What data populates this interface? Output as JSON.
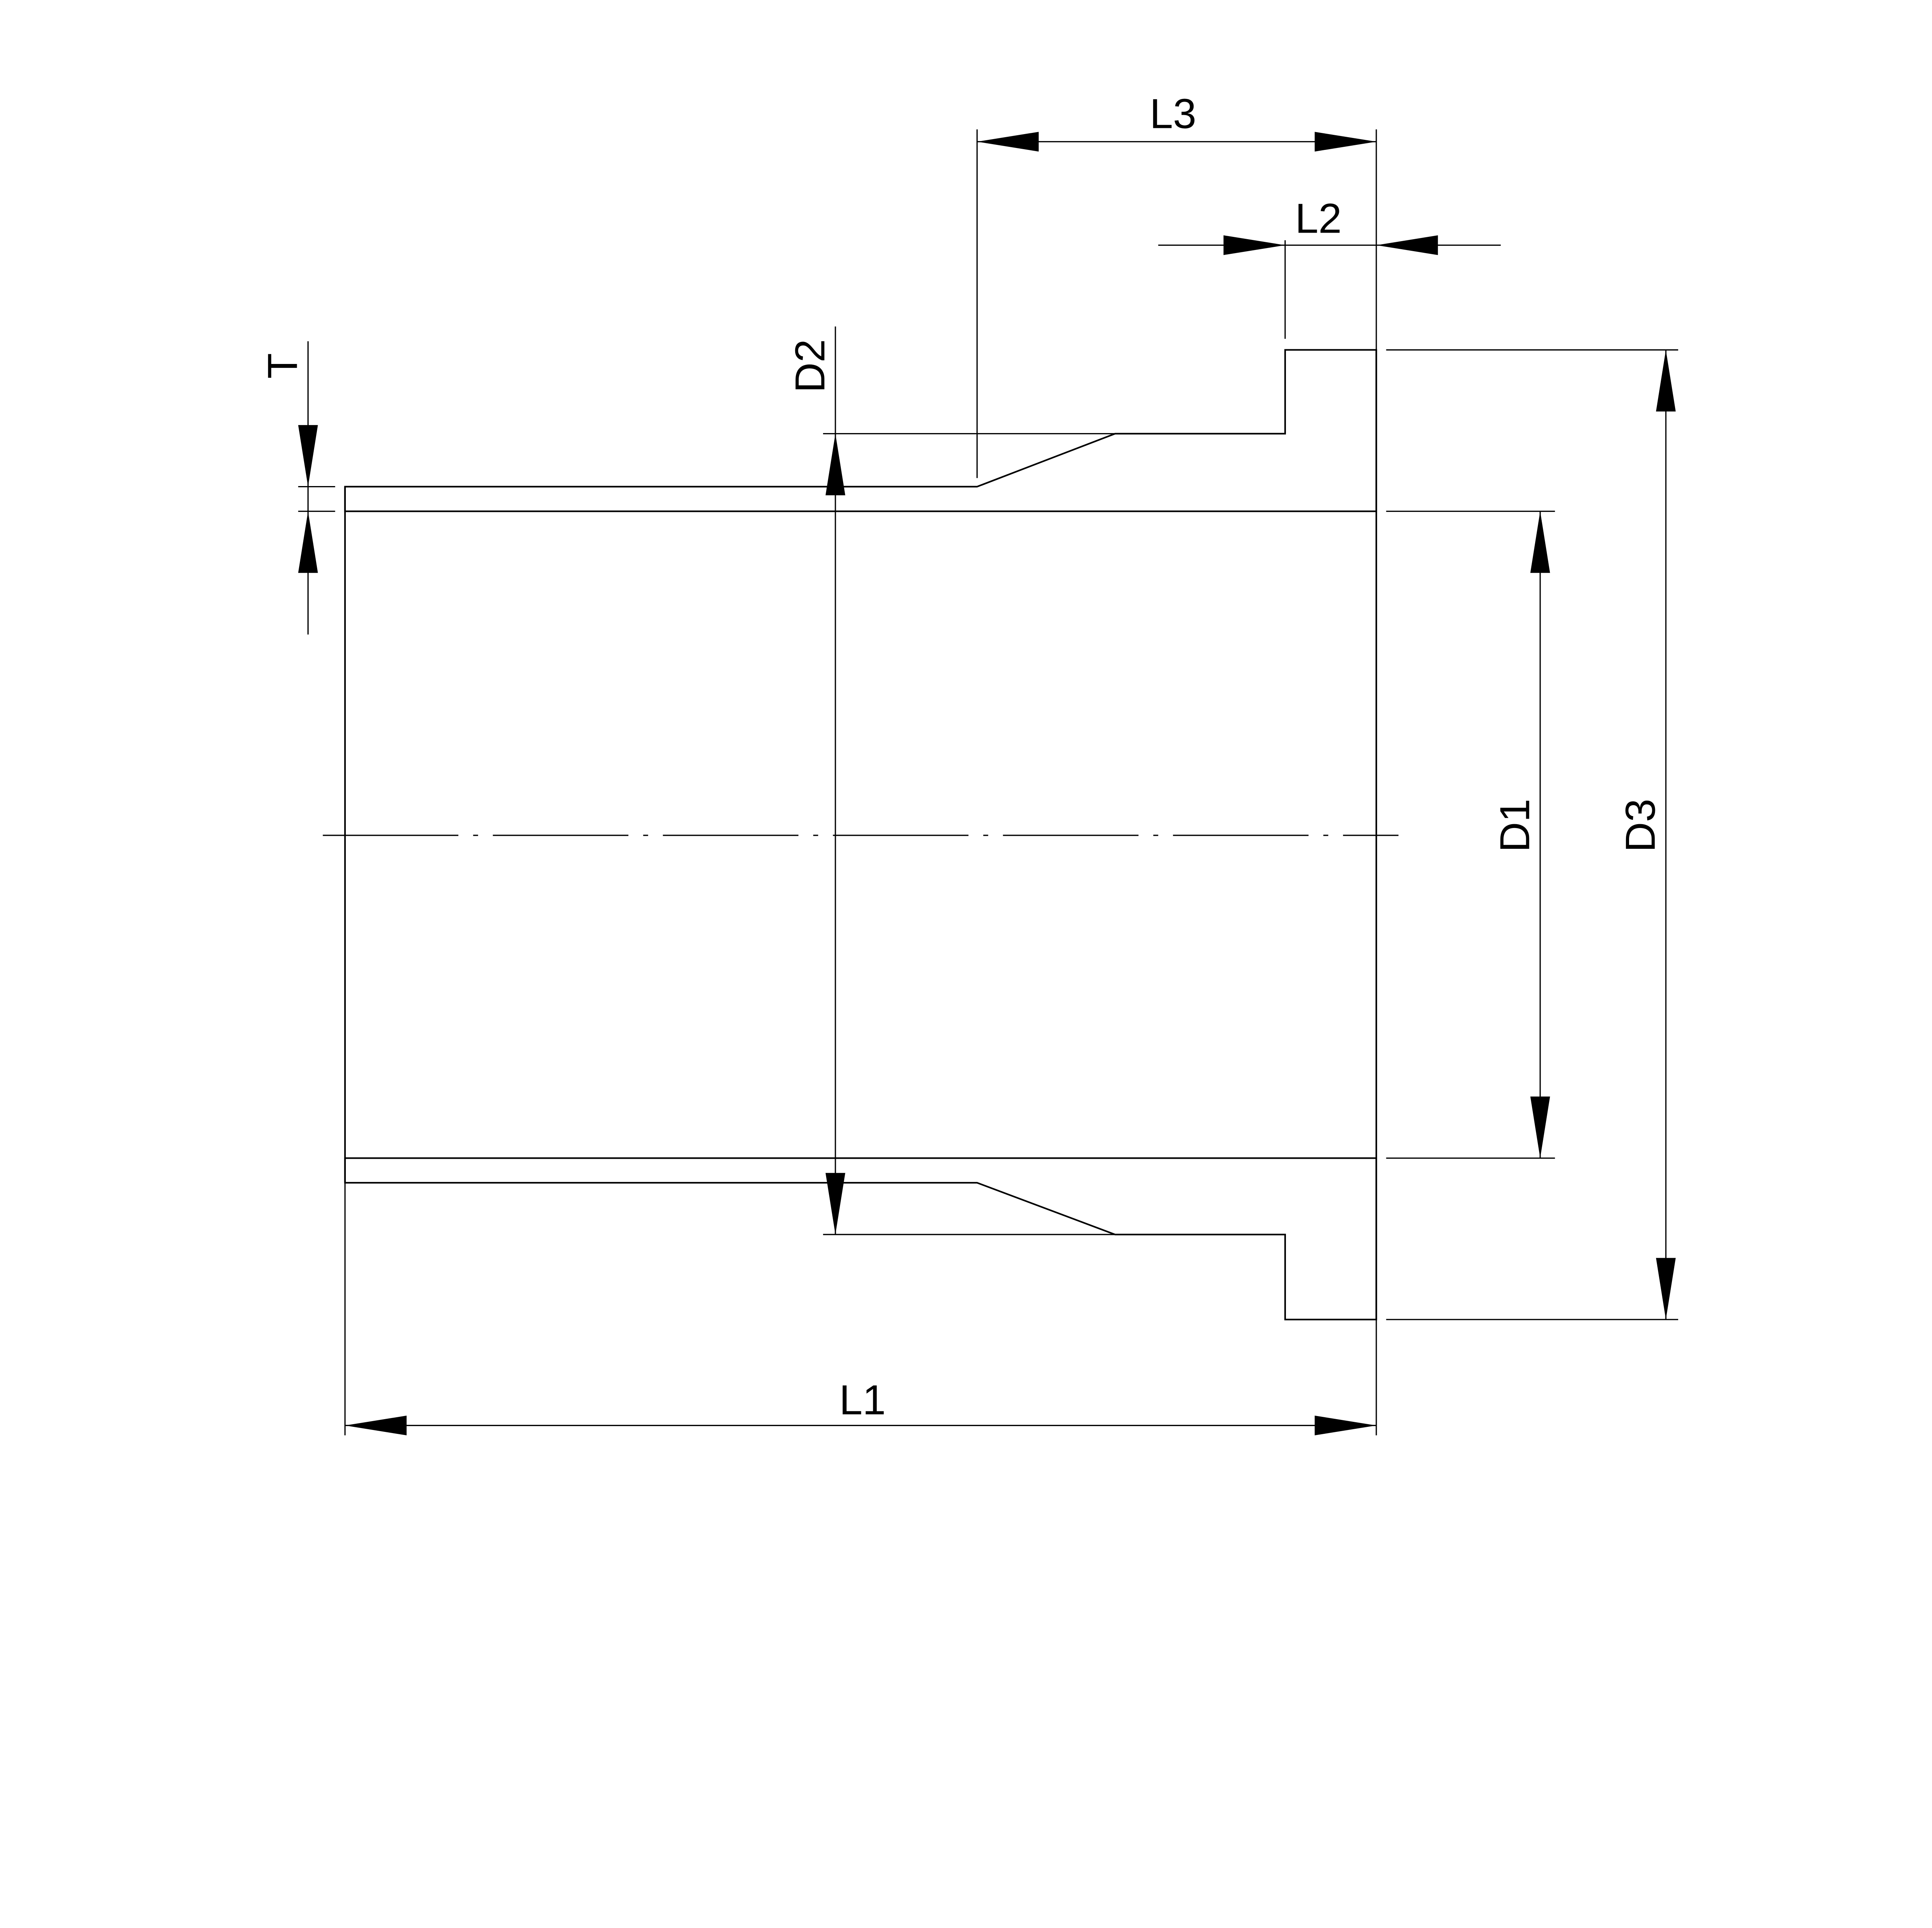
{
  "drawing": {
    "labels": {
      "L1": "L1",
      "L2": "L2",
      "L3": "L3",
      "T": "T",
      "D1": "D1",
      "D2": "D2",
      "D3": "D3"
    },
    "line_color": "#000000",
    "background": "#ffffff"
  }
}
